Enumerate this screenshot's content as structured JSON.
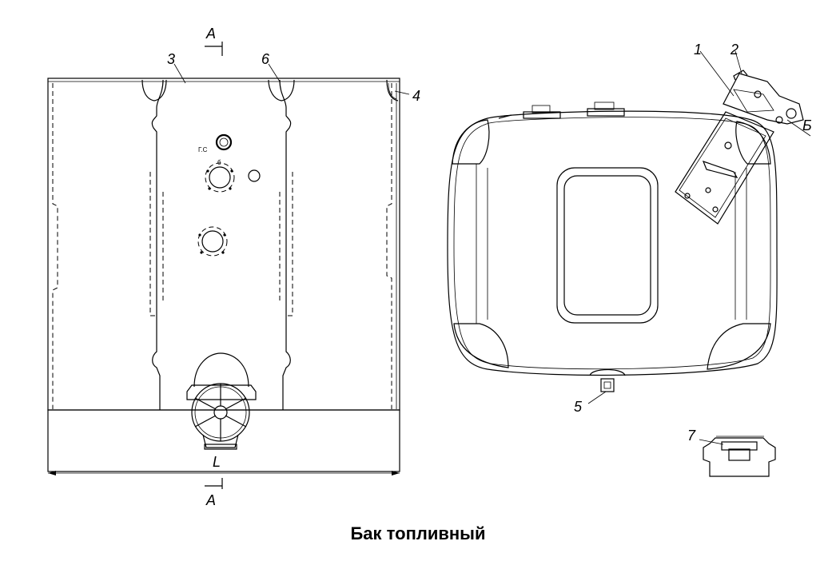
{
  "caption": "Бак топливный",
  "labels": {
    "p1": "1",
    "p2": "2",
    "p3": "3",
    "p4": "4",
    "p5": "5",
    "p6": "6",
    "p7": "7",
    "section_a_top": "А",
    "section_a_bottom": "А",
    "section_b": "Б",
    "dim_l": "L",
    "small_a": "Г.С",
    "small_b": "б"
  }
}
